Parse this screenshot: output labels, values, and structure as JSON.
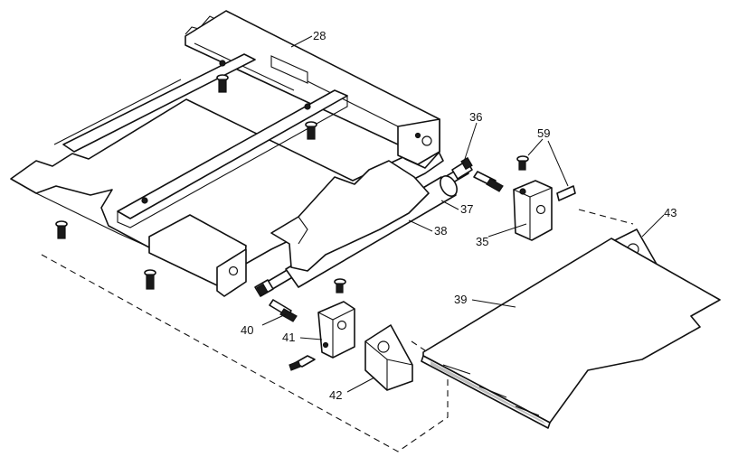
{
  "callouts": {
    "c28": "28",
    "c36": "36",
    "c59": "59",
    "c37": "37",
    "c38": "38",
    "c35": "35",
    "c43": "43",
    "c39": "39",
    "c40": "40",
    "c41": "41",
    "c42": "42"
  }
}
